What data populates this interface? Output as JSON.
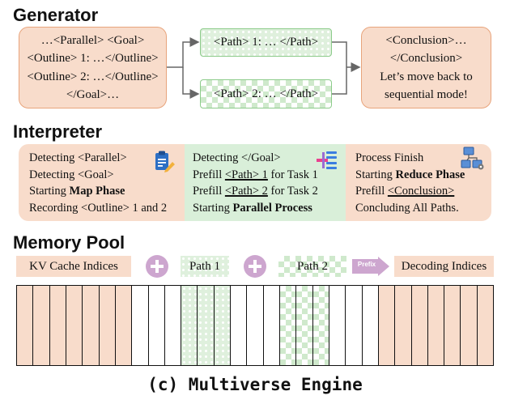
{
  "sections": {
    "generator": "Generator",
    "interpreter": "Interpreter",
    "memory_pool": "Memory Pool"
  },
  "generator": {
    "input_lines": [
      "…<Parallel> <Goal>",
      "<Outline> 1: …</Outline>",
      "<Outline> 2: …</Outline>",
      "</Goal>…"
    ],
    "path1": "<Path> 1: … </Path>",
    "path2": "<Path> 2: … </Path>",
    "output_lines": [
      "<Conclusion>…",
      "</Conclusion>",
      "Let’s move back to",
      "sequential mode!"
    ]
  },
  "interpreter": {
    "left": {
      "line1": "Detecting <Parallel>",
      "line2": "Detecting <Goal>",
      "line3_pre": "Starting ",
      "line3_bold": "Map Phase",
      "line4": "Recording <Outline> 1 and 2"
    },
    "middle": {
      "line1": "Detecting </Goal>",
      "line2_pre": "Prefill ",
      "line2_ul": "<Path> 1",
      "line2_post": " for Task 1",
      "line3_pre": "Prefill ",
      "line3_ul": "<Path> 2",
      "line3_post": " for Task 2",
      "line4_pre": "Starting ",
      "line4_bold": "Parallel Process"
    },
    "right": {
      "line1": "Process Finish",
      "line2_pre": "Starting ",
      "line2_bold": "Reduce Phase",
      "line3_pre": "Prefill ",
      "line3_ul": "<Conclusion>",
      "line4": "Concluding All Paths."
    }
  },
  "memory_pool": {
    "kv_cache": "KV Cache Indices",
    "path1": "Path 1",
    "path2": "Path 2",
    "prefix": "Prefix",
    "decoding": "Decoding Indices",
    "cells": [
      "peach",
      "peach",
      "peach",
      "peach",
      "peach",
      "peach",
      "peach",
      "white",
      "white",
      "white",
      "dots",
      "dots",
      "dots",
      "white",
      "white",
      "white",
      "checks",
      "checks",
      "checks",
      "white",
      "white",
      "white",
      "peach",
      "peach",
      "peach",
      "peach",
      "peach",
      "peach",
      "peach"
    ]
  },
  "caption": "(c)  Multiverse Engine",
  "colors": {
    "peach": "#f8dccb",
    "peach_border": "#e8a47c",
    "green": "#d9efd9",
    "green_border": "#8ccb8a",
    "plus": "#cda6cf",
    "arrow": "#666666"
  },
  "icons": [
    "clipboard-icon",
    "merge-icon",
    "network-icon",
    "plus-icon",
    "prefix-arrow-icon"
  ]
}
